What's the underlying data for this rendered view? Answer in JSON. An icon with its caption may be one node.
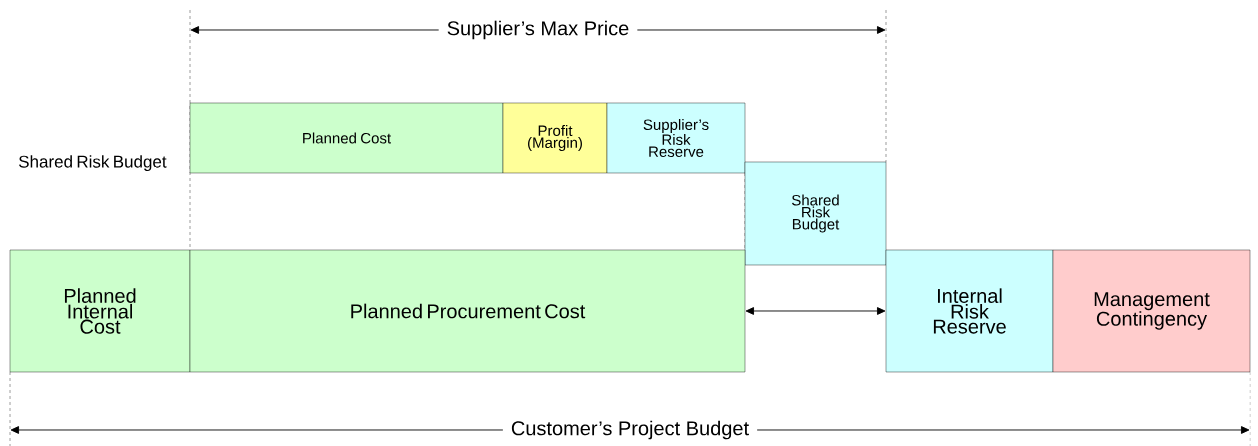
{
  "diagram": {
    "nodes": [
      {
        "text": [
          "Planned Cost"
        ]
      },
      {
        "text": [
          "Profit (Margin)"
        ]
      },
      {
        "text": [
          "Supplier’s Risk Reserve"
        ]
      },
      {
        "text": [
          "Shared Risk Budget"
        ]
      },
      {
        "text": [
          "Planned Internal Cost"
        ]
      },
      {
        "text": [
          "Planned Procurement Cost"
        ]
      },
      {
        "text": [
          "Internal Risk Reserve"
        ]
      },
      {
        "text": [
          "Management Contingency"
        ]
      }
    ],
    "edges": [
      {
        "from": 5,
        "to": 6,
        "arrow": "both"
      }
    ],
    "labels": [
      "Supplier’s Max Price",
      "Shared Risk Budget",
      "Customer’s Project Budget"
    ]
  }
}
